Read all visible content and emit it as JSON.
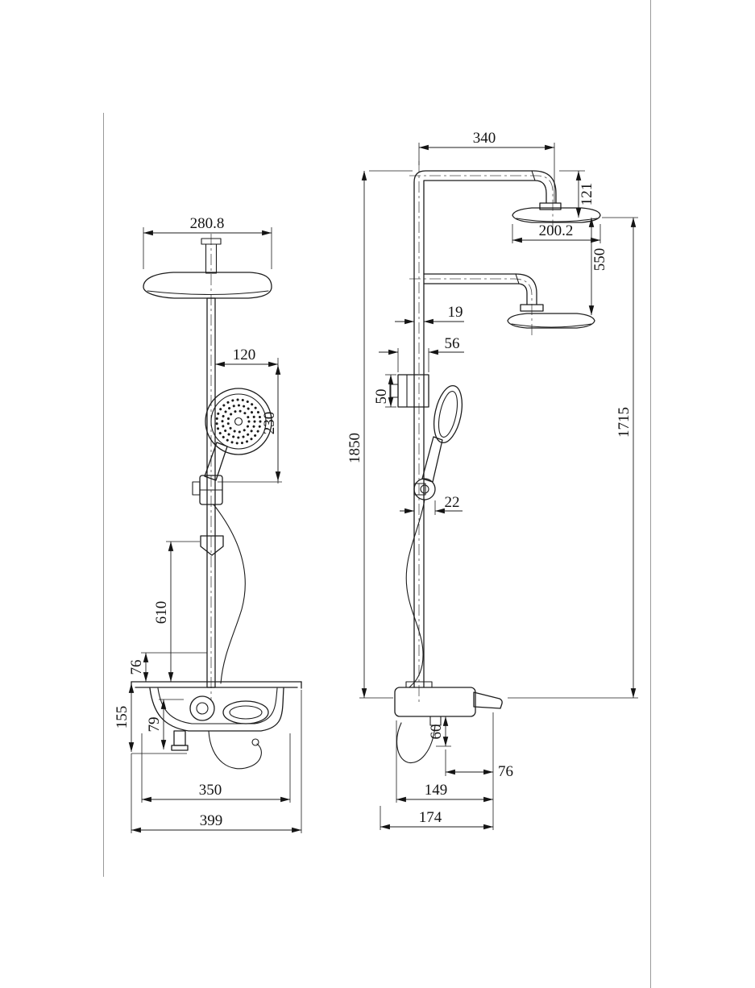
{
  "front": {
    "head_width": "280.8",
    "hand_offset": "120",
    "hand_height": "230",
    "slide_bar": "610",
    "shelf_rise": "76",
    "shelf_depth": "155",
    "spout_drop": "79",
    "shelf_width": "350",
    "overall_width": "399"
  },
  "side": {
    "arm_reach": "340",
    "head_drop": "121",
    "head_dia": "200.2",
    "heads_gap": "550",
    "pipe_dia": "19",
    "bracket_w": "56",
    "bracket_h": "50",
    "overall_h": "1850",
    "holder_knob": "22",
    "head_h": "1715",
    "outlet_drop": "60",
    "handle_reach": "76",
    "spout_reach": "149",
    "overall_depth": "174"
  }
}
